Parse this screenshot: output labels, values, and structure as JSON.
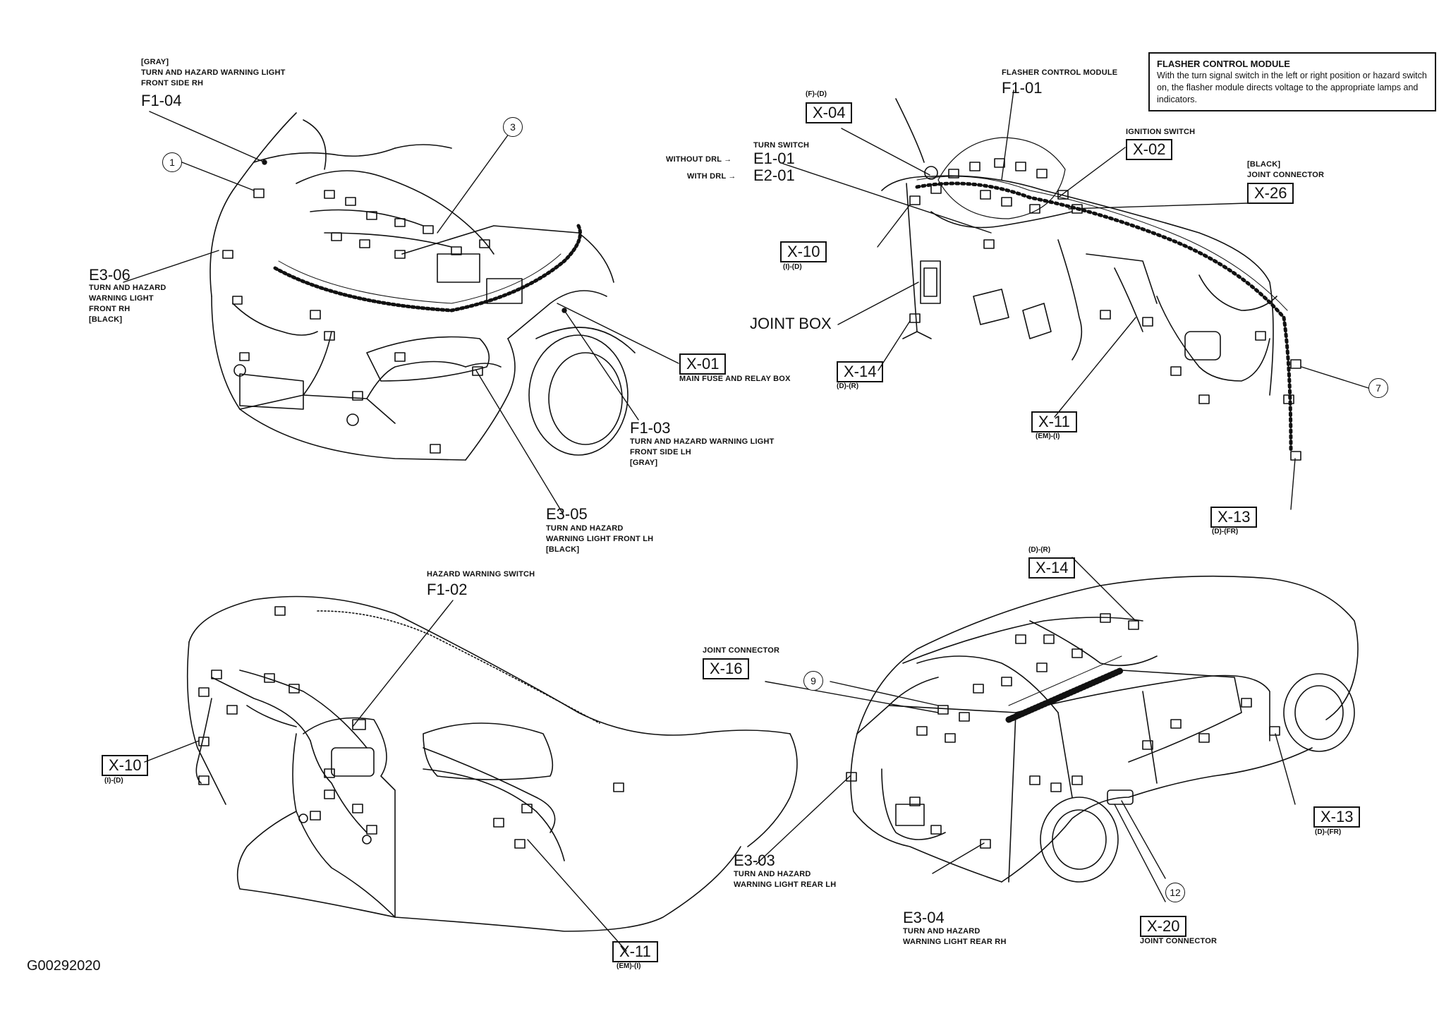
{
  "note": {
    "title": "FLASHER CONTROL MODULE",
    "text": "With the turn signal switch in the left or right position or hazard switch on, the flasher module directs voltage to the appropriate lamps and indicators."
  },
  "engine_bay": {
    "f104_color": "[GRAY]",
    "f104_desc1": "TURN AND HAZARD WARNING LIGHT",
    "f104_desc2": "FRONT SIDE RH",
    "f104_code": "F1-04",
    "e306_code": "E3-06",
    "e306_desc1": "TURN AND HAZARD",
    "e306_desc2": "WARNING LIGHT",
    "e306_desc3": "FRONT RH",
    "e306_color": "[BLACK]",
    "x01_code": "X-01",
    "x01_desc": "MAIN FUSE AND RELAY BOX",
    "f103_code": "F1-03",
    "f103_desc1": "TURN AND HAZARD WARNING LIGHT",
    "f103_desc2": "FRONT SIDE LH",
    "f103_color": "[GRAY]",
    "e305_code": "E3-05",
    "e305_desc1": "TURN AND HAZARD",
    "e305_desc2": "WARNING LIGHT FRONT LH",
    "e305_color": "[BLACK]",
    "callout1": "1",
    "callout3": "3"
  },
  "dash_harness": {
    "x04_sub": "(F)-(D)",
    "x04_code": "X-04",
    "f101_desc": "FLASHER CONTROL MODULE",
    "f101_code": "F1-01",
    "turn_switch": "TURN SWITCH",
    "without_drl": "WITHOUT DRL",
    "with_drl": "WITH DRL",
    "e101_code": "E1-01",
    "e201_code": "E2-01",
    "x02_desc": "IGNITION SWITCH",
    "x02_code": "X-02",
    "x26_color": "[BLACK]",
    "x26_desc": "JOINT CONNECTOR",
    "x26_code": "X-26",
    "x10_code": "X-10",
    "x10_sub": "(I)-(D)",
    "joint_box": "JOINT BOX",
    "x14_code": "X-14",
    "x14_sub": "(D)-(R)",
    "x11_code": "X-11",
    "x11_sub": "(EM)-(I)",
    "x13_code": "X-13",
    "x13_sub": "(D)-(FR)",
    "callout7": "7"
  },
  "instrument_panel": {
    "f102_desc": "HAZARD WARNING SWITCH",
    "f102_code": "F1-02",
    "x10_code": "X-10",
    "x10_sub": "(I)-(D)",
    "x11_code": "X-11",
    "x11_sub": "(EM)-(I)"
  },
  "body_harness": {
    "x14_sub": "(D)-(R)",
    "x14_code": "X-14",
    "x16_desc": "JOINT CONNECTOR",
    "x16_code": "X-16",
    "callout9": "9",
    "e303_code": "E3-03",
    "e303_desc1": "TURN AND HAZARD",
    "e303_desc2": "WARNING LIGHT REAR LH",
    "e304_code": "E3-04",
    "e304_desc1": "TURN AND HAZARD",
    "e304_desc2": "WARNING LIGHT REAR RH",
    "x20_code": "X-20",
    "x20_desc": "JOINT CONNECTOR",
    "callout12": "12",
    "x13_code": "X-13",
    "x13_sub": "(D)-(FR)"
  },
  "figure_id": "G00292020"
}
